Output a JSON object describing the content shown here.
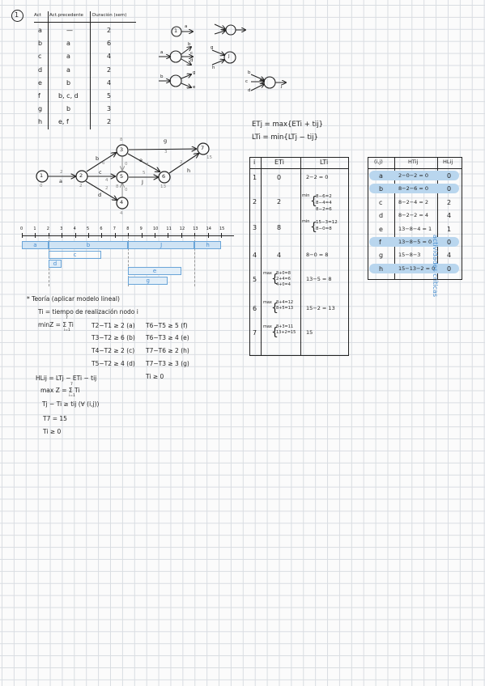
{
  "exercise_number": "1",
  "activity_table": {
    "headers": [
      "Act",
      "Act.precedente",
      "Duración (sem)"
    ],
    "rows": [
      [
        "a",
        "—",
        "2"
      ],
      [
        "b",
        "a",
        "6"
      ],
      [
        "c",
        "a",
        "4"
      ],
      [
        "d",
        "a",
        "2"
      ],
      [
        "e",
        "b",
        "4"
      ],
      [
        "f",
        "b, c, d",
        "5"
      ],
      [
        "g",
        "b",
        "3"
      ],
      [
        "h",
        "e, f",
        "2"
      ]
    ]
  },
  "notation_examples": {
    "ex1_node": "1",
    "ex1_arrow": "a",
    "ex2_labels": [
      "a",
      "b",
      "c",
      "d"
    ],
    "ex3_labels": [
      "b",
      "g",
      "e"
    ],
    "ex4_node": "J",
    "ex4_labels": [
      "g",
      "h"
    ],
    "ex5_labels": [
      "b",
      "c",
      "d",
      "J"
    ]
  },
  "formulas": {
    "et": "ETj = max{ETi + tij}",
    "lt": "LTi = min{LTj − tij}"
  },
  "network": {
    "nodes": [
      {
        "id": "1",
        "sub": "0"
      },
      {
        "id": "2",
        "sub": "2"
      },
      {
        "id": "3",
        "sub": "8"
      },
      {
        "id": "4",
        "sub": "4"
      },
      {
        "id": "5",
        "sub": "8"
      },
      {
        "id": "6",
        "sub": "13"
      },
      {
        "id": "7",
        "sub": "15"
      }
    ],
    "edges": [
      {
        "label": "a",
        "w": "2"
      },
      {
        "label": "b",
        "w": "6"
      },
      {
        "label": "c",
        "w": "4"
      },
      {
        "label": "d",
        "w": "2"
      },
      {
        "label": "e",
        "w": "4"
      },
      {
        "label": "J",
        "w": "5"
      },
      {
        "label": "g",
        "w": "3"
      },
      {
        "label": "h",
        "w": "2"
      },
      {
        "label": "",
        "w": "0"
      },
      {
        "label": "",
        "w": "0"
      }
    ]
  },
  "gantt": {
    "ticks": [
      "0",
      "1",
      "2",
      "3",
      "4",
      "5",
      "6",
      "7",
      "8",
      "9",
      "10",
      "11",
      "12",
      "13",
      "14",
      "15"
    ],
    "bars": [
      {
        "label": "a",
        "start": 0,
        "end": 2,
        "style": "solid"
      },
      {
        "label": "b",
        "start": 2,
        "end": 8,
        "style": "solid"
      },
      {
        "label": "J",
        "start": 8,
        "end": 13,
        "style": "solid"
      },
      {
        "label": "h",
        "start": 13,
        "end": 15,
        "style": "solid"
      },
      {
        "label": "c",
        "start": 2,
        "end": 6,
        "style": "outline"
      },
      {
        "label": "d",
        "start": 2,
        "end": 3,
        "style": "light"
      },
      {
        "label": "e",
        "start": 8,
        "end": 12,
        "style": "light"
      },
      {
        "label": "g",
        "start": 8,
        "end": 11,
        "style": "light"
      }
    ]
  },
  "theory": {
    "title": "* Teoría (aplicar modelo lineal)",
    "def": "Ti = tiempo de realización nodo i",
    "objective": "minZ = Σ Ti",
    "sum_top": "7",
    "sum_bot": "i=1",
    "constraints_left": [
      "T2−T1 ≥ 2 (a)",
      "T3−T2 ≥ 6 (b)",
      "T4−T2 ≥ 2 (c)",
      "T5−T2 ≥ 4 (d)"
    ],
    "constraints_right": [
      "T6−T5 ≥ 5 (f)",
      "T6−T3 ≥ 4 (e)",
      "T7−T6 ≥ 2 (h)",
      "T7−T3 ≥ 3 (g)",
      "Ti ≥ 0"
    ],
    "ht_def": "HLij = LTj − ETi − tij",
    "max_obj": "max Z = Σ Ti",
    "max_sum_top": "7",
    "max_sum_bot": "i=1",
    "c1": "Tj − Ti ≥ tij  (∀ (i,j))",
    "c2": "T7 = 15",
    "c3": "Ti ≥ 0"
  },
  "et_lt_table": {
    "headers": [
      "i",
      "ETi",
      "LTi"
    ],
    "rows": [
      {
        "i": "1",
        "et": "0",
        "lt": "2−2 = 0"
      },
      {
        "i": "2",
        "et": "2",
        "lt_min": "min",
        "lt_lines": [
          "8−6=2",
          "8−4=4",
          "8−2=6"
        ]
      },
      {
        "i": "3",
        "et": "8",
        "lt_min": "min",
        "lt_lines": [
          "15−3=12",
          "8−0=8"
        ]
      },
      {
        "i": "4",
        "et": "4",
        "lt": "8−0 = 8"
      },
      {
        "i": "5",
        "et_max": "max",
        "et_lines": [
          "8+0=8",
          "2+4=6",
          "4+0=4"
        ],
        "lt": "13−5 = 8"
      },
      {
        "i": "6",
        "et_max": "max",
        "et_lines": [
          "8+4=12",
          "8+5=13"
        ],
        "lt": "15−2 = 13"
      },
      {
        "i": "7",
        "et_max": "max",
        "et_lines": [
          "8+3=11",
          "13+2=15"
        ],
        "lt": "15"
      }
    ]
  },
  "ht_table": {
    "headers": [
      "(i,j)",
      "HTij",
      "HLij"
    ],
    "rows": [
      {
        "ij": "a",
        "ht": "2−0−2 = 0",
        "hl": "0",
        "critical": true
      },
      {
        "ij": "b",
        "ht": "8−2−6 = 0",
        "hl": "0",
        "critical": true
      },
      {
        "ij": "c",
        "ht": "8−2−4 = 2",
        "hl": "2",
        "critical": false
      },
      {
        "ij": "d",
        "ht": "8−2−2 = 4",
        "hl": "4",
        "critical": false
      },
      {
        "ij": "e",
        "ht": "13−8−4 = 1",
        "hl": "1",
        "critical": false
      },
      {
        "ij": "f",
        "ht": "13−8−5 = 0",
        "hl": "0",
        "critical": true
      },
      {
        "ij": "g",
        "ht": "15−8−3",
        "hl": "4",
        "critical": false
      },
      {
        "ij": "h",
        "ht": "15−13−2 = 0",
        "hl": "0",
        "critical": true
      }
    ],
    "side_note": "actividades críticas"
  }
}
